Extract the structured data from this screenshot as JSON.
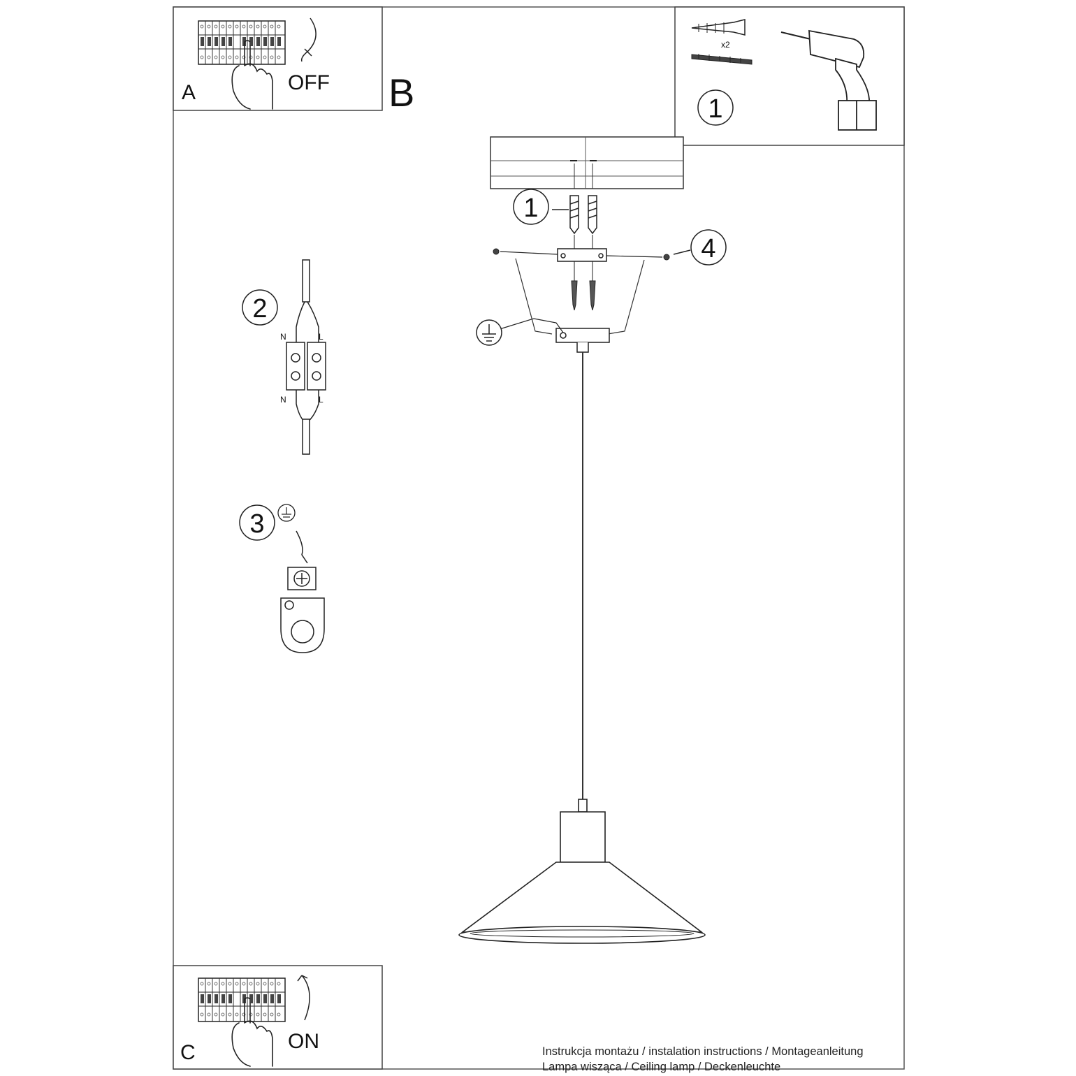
{
  "panels": {
    "a": {
      "letter": "A",
      "switch_label": "OFF"
    },
    "b": {
      "letter": "B"
    },
    "c": {
      "letter": "C",
      "switch_label": "ON"
    }
  },
  "tools_box": {
    "step_number": "1",
    "quantity": "x2"
  },
  "steps": {
    "anchors": "1",
    "terminal": "2",
    "earth": "3",
    "side_screws": "4"
  },
  "terminal_labels": {
    "neutral_top": "N",
    "live_top": "L",
    "neutral_bottom": "N",
    "live_bottom": "L"
  },
  "footer": {
    "line1": "Instrukcja montażu / instalation instructions / Montageanleitung",
    "line2": "Lampa wisząca / Ceiling lamp / Deckenleuchte"
  }
}
